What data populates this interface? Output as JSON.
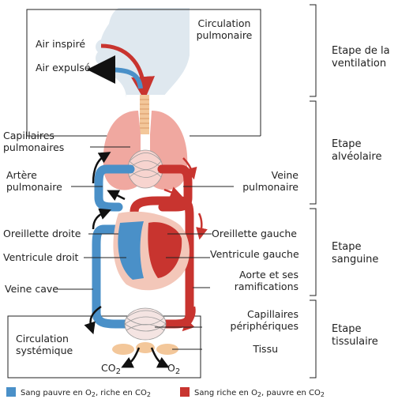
{
  "labels": {
    "air_inspire": "Air inspiré",
    "air_expulse": "Air expulsé",
    "circ_pulm_1": "Circulation",
    "circ_pulm_2": "pulmonaire",
    "cap_pulm_1": "Capillaires",
    "cap_pulm_2": "pulmonaires",
    "artere_1": "Artère",
    "artere_2": "pulmonaire",
    "veine_pulm_1": "Veine",
    "veine_pulm_2": "pulmonaire",
    "oreillette_droite": "Oreillette droite",
    "oreillette_gauche": "Oreillette gauche",
    "ventricule_droit": "Ventricule droit",
    "ventricule_gauche": "Ventricule gauche",
    "aorte_1": "Aorte et ses",
    "aorte_2": "ramifications",
    "veine_cave": "Veine cave",
    "cap_peri_1": "Capillaires",
    "cap_peri_2": "périphériques",
    "circ_sys_1": "Circulation",
    "circ_sys_2": "systémique",
    "tissu": "Tissu",
    "co2": "CO",
    "co2_sub": "2",
    "o2": "O",
    "o2_sub": "2"
  },
  "steps": {
    "ventilation_1": "Etape de la",
    "ventilation_2": "ventilation",
    "alveolaire_1": "Etape",
    "alveolaire_2": "alvéolaire",
    "sanguine_1": "Etape",
    "sanguine_2": "sanguine",
    "tissulaire_1": "Etape",
    "tissulaire_2": "tissulaire"
  },
  "legend": {
    "blue_a": "Sang pauvre en O",
    "blue_sub1": "2",
    "blue_b": ", riche en CO",
    "blue_sub2": "2",
    "red_a": "Sang riche en O",
    "red_sub1": "2",
    "red_b": ", pauvre en CO",
    "red_sub2": "2"
  },
  "colors": {
    "blue_blood": "#4a90c8",
    "red_blood": "#c8342f",
    "lung_pink": "#f0a8a0",
    "trachea": "#f3c79a",
    "head": "#dfe8ef"
  }
}
